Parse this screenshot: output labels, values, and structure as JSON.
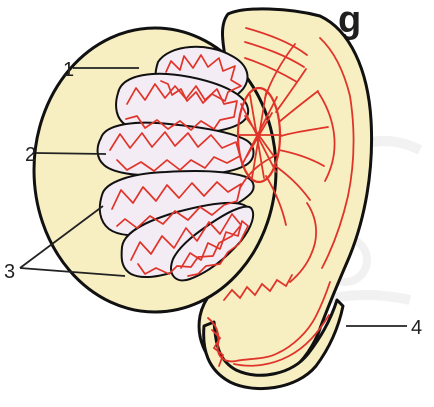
{
  "header": {
    "partial_text": "g"
  },
  "labels": [
    {
      "id": "1",
      "text": "1"
    },
    {
      "id": "2",
      "text": "2"
    },
    {
      "id": "3",
      "text": "3"
    },
    {
      "id": "4",
      "text": "4"
    }
  ],
  "colors": {
    "background": "#ffffff",
    "tissue_fill": "#f7efc2",
    "lobule_fill": "#f4ecf4",
    "outline": "#111111",
    "tubules": "#e0342a",
    "watermark": "#d9d9d9"
  }
}
